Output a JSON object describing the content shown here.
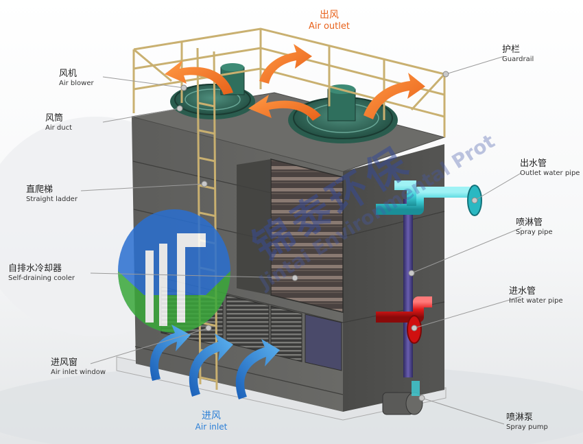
{
  "top_label": {
    "cn": "出风",
    "en": "Air outlet",
    "color": "#e8611a"
  },
  "bottom_label": {
    "cn": "进风",
    "en": "Air inlet",
    "color": "#2b7fd6"
  },
  "labels": {
    "air_blower": {
      "cn": "风机",
      "en": "Air blower"
    },
    "air_duct": {
      "cn": "风筒",
      "en": "Air duct"
    },
    "straight_ladder": {
      "cn": "直爬梯",
      "en": "Straight ladder"
    },
    "self_draining_cooler": {
      "cn": "自排水冷却器",
      "en": "Self-draining cooler"
    },
    "air_inlet_window": {
      "cn": "进风窗",
      "en": "Air inlet window"
    },
    "guardrail": {
      "cn": "护栏",
      "en": "Guardrail"
    },
    "outlet_water_pipe": {
      "cn": "出水管",
      "en": "Outlet water pipe"
    },
    "spray_pipe": {
      "cn": "喷淋管",
      "en": "Spray pipe"
    },
    "inlet_water_pipe": {
      "cn": "进水管",
      "en": "Inlet water pipe"
    },
    "spray_pump": {
      "cn": "喷淋泵",
      "en": "Spray pump"
    }
  },
  "watermark": {
    "cn": "锦泰环保",
    "en": "Jintai Environmental Prot"
  },
  "colors": {
    "cabinet": "#5a5a58",
    "frame": "#c9b070",
    "fan": "#2f6f5d",
    "outlet_pipe": "#3fd0d8",
    "inlet_pipe": "#e01818",
    "spray_pipe": "#4a3f8a",
    "arrow_out": "#f07420",
    "arrow_in": "#2a82d8"
  }
}
